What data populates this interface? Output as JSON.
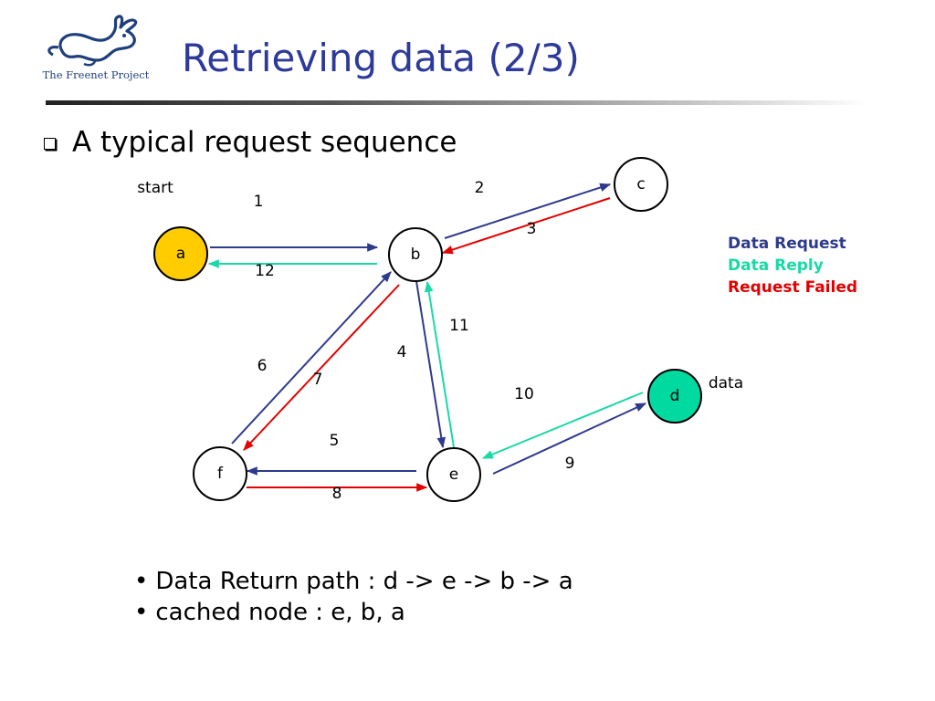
{
  "logo": {
    "text": "The Freenet Project",
    "icon": "rabbit-icon"
  },
  "title": "Retrieving data (2/3)",
  "main_bullet": {
    "icon": "checkbox-bullet-icon",
    "text": "A typical request sequence"
  },
  "colors": {
    "request": "#2e3a8c",
    "reply": "#19d9a5",
    "failed": "#e30000",
    "node_start": "#ffcc00",
    "node_data": "#00d9a0",
    "title": "#2e3a9a"
  },
  "legend": {
    "request": "Data Request",
    "reply": "Data Reply",
    "failed": "Request Failed"
  },
  "nodes": {
    "a": {
      "label": "a",
      "fill": "#ffcc00"
    },
    "b": {
      "label": "b",
      "fill": "#ffffff"
    },
    "c": {
      "label": "c",
      "fill": "#ffffff"
    },
    "d": {
      "label": "d",
      "fill": "#00d9a0"
    },
    "e": {
      "label": "e",
      "fill": "#ffffff"
    },
    "f": {
      "label": "f",
      "fill": "#ffffff"
    }
  },
  "annotations": {
    "start": "start",
    "data": "data"
  },
  "steps": [
    {
      "num": "1",
      "from": "a",
      "to": "b",
      "kind": "request"
    },
    {
      "num": "2",
      "from": "b",
      "to": "c",
      "kind": "request"
    },
    {
      "num": "3",
      "from": "c",
      "to": "b",
      "kind": "failed"
    },
    {
      "num": "4",
      "from": "b",
      "to": "e",
      "kind": "request"
    },
    {
      "num": "5",
      "from": "e",
      "to": "f",
      "kind": "request"
    },
    {
      "num": "6",
      "from": "f",
      "to": "b",
      "kind": "request"
    },
    {
      "num": "7",
      "from": "b",
      "to": "f",
      "kind": "failed"
    },
    {
      "num": "8",
      "from": "f",
      "to": "e",
      "kind": "failed"
    },
    {
      "num": "9",
      "from": "e",
      "to": "d",
      "kind": "request"
    },
    {
      "num": "10",
      "from": "d",
      "to": "e",
      "kind": "reply"
    },
    {
      "num": "11",
      "from": "e",
      "to": "b",
      "kind": "reply"
    },
    {
      "num": "12",
      "from": "b",
      "to": "a",
      "kind": "reply"
    }
  ],
  "bottom_bullets": [
    "Data Return path : d -> e -> b -> a",
    "cached node : e, b, a"
  ]
}
